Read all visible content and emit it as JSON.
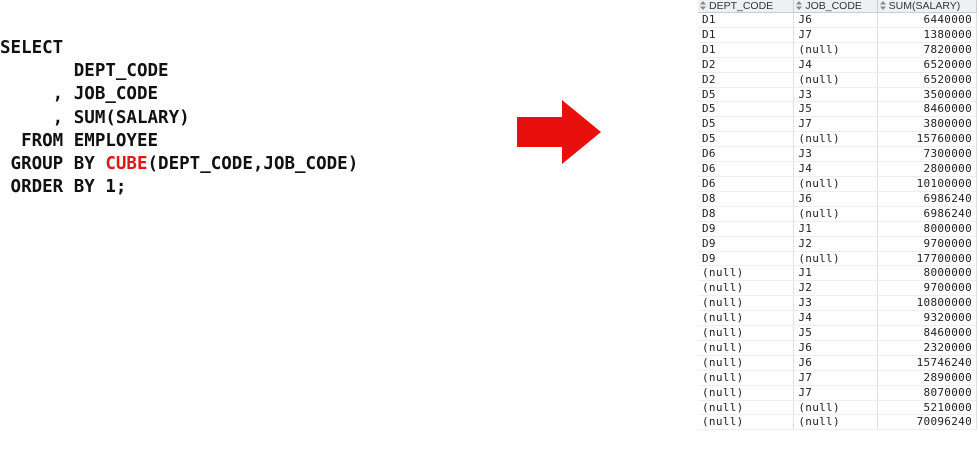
{
  "sql": {
    "lines": [
      [
        {
          "text": "SELECT",
          "red": false
        }
      ],
      [
        {
          "text": "       DEPT_CODE",
          "red": false
        }
      ],
      [
        {
          "text": "     , JOB_CODE",
          "red": false
        }
      ],
      [
        {
          "text": "     , SUM(SALARY)",
          "red": false
        }
      ],
      [
        {
          "text": "  FROM EMPLOYEE",
          "red": false
        }
      ],
      [
        {
          "text": " GROUP BY ",
          "red": false
        },
        {
          "text": "CUBE",
          "red": true
        },
        {
          "text": "(DEPT_CODE,JOB_CODE)",
          "red": false
        }
      ],
      [
        {
          "text": " ORDER BY 1;",
          "red": false
        }
      ]
    ]
  },
  "arrow": {
    "color": "#e8100c"
  },
  "grid": {
    "columns": [
      "DEPT_CODE",
      "JOB_CODE",
      "SUM(SALARY)"
    ],
    "rows": [
      [
        "D1",
        "J6",
        "6440000"
      ],
      [
        "D1",
        "J7",
        "1380000"
      ],
      [
        "D1",
        "(null)",
        "7820000"
      ],
      [
        "D2",
        "J4",
        "6520000"
      ],
      [
        "D2",
        "(null)",
        "6520000"
      ],
      [
        "D5",
        "J3",
        "3500000"
      ],
      [
        "D5",
        "J5",
        "8460000"
      ],
      [
        "D5",
        "J7",
        "3800000"
      ],
      [
        "D5",
        "(null)",
        "15760000"
      ],
      [
        "D6",
        "J3",
        "7300000"
      ],
      [
        "D6",
        "J4",
        "2800000"
      ],
      [
        "D6",
        "(null)",
        "10100000"
      ],
      [
        "D8",
        "J6",
        "6986240"
      ],
      [
        "D8",
        "(null)",
        "6986240"
      ],
      [
        "D9",
        "J1",
        "8000000"
      ],
      [
        "D9",
        "J2",
        "9700000"
      ],
      [
        "D9",
        "(null)",
        "17700000"
      ],
      [
        "(null)",
        "J1",
        "8000000"
      ],
      [
        "(null)",
        "J2",
        "9700000"
      ],
      [
        "(null)",
        "J3",
        "10800000"
      ],
      [
        "(null)",
        "J4",
        "9320000"
      ],
      [
        "(null)",
        "J5",
        "8460000"
      ],
      [
        "(null)",
        "J6",
        "2320000"
      ],
      [
        "(null)",
        "J6",
        "15746240"
      ],
      [
        "(null)",
        "J7",
        "2890000"
      ],
      [
        "(null)",
        "J7",
        "8070000"
      ],
      [
        "(null)",
        "(null)",
        "5210000"
      ],
      [
        "(null)",
        "(null)",
        "70096240"
      ]
    ]
  }
}
